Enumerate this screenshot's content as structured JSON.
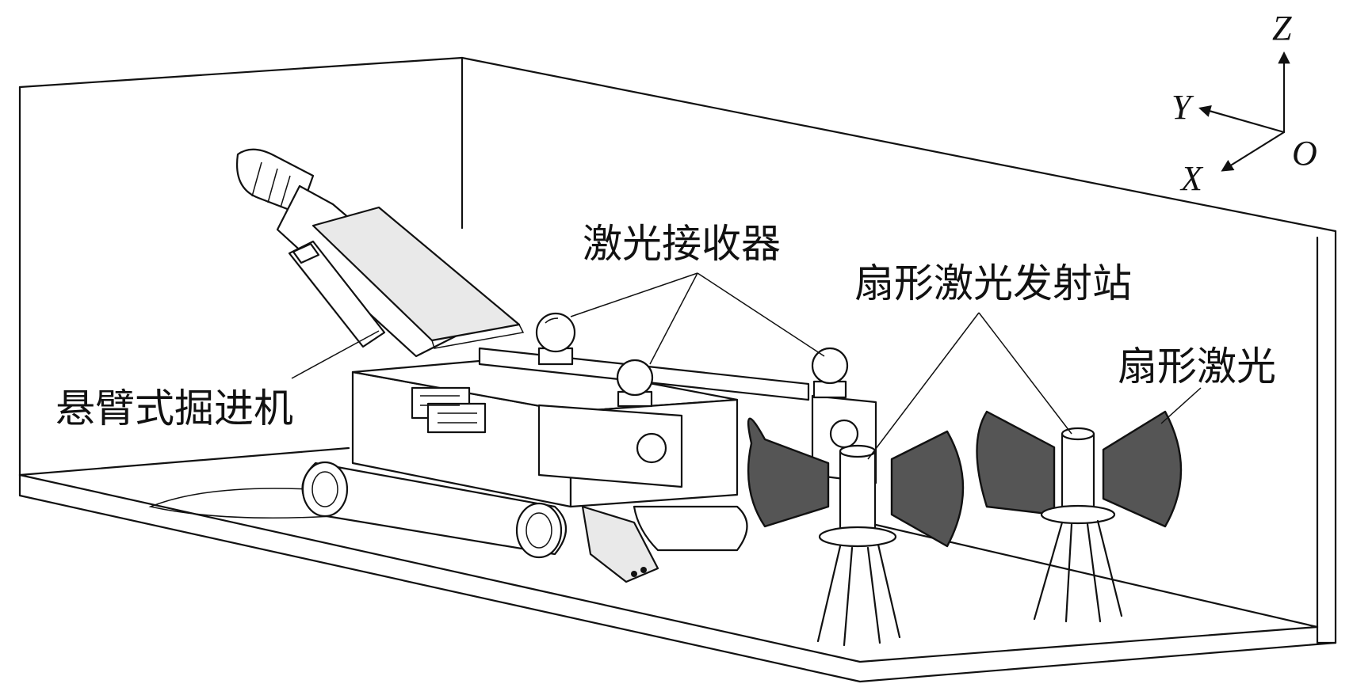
{
  "labels": {
    "roadheader": "悬臂式掘进机",
    "laser_receiver": "激光接收器",
    "fan_station": "扇形激光发射站",
    "fan_laser": "扇形激光"
  },
  "axes": {
    "z": "Z",
    "y": "Y",
    "x": "X",
    "origin": "O"
  }
}
